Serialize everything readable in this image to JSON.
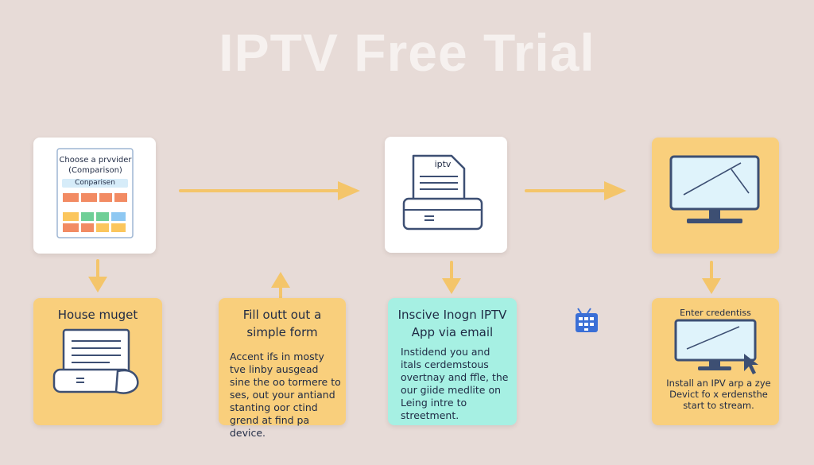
{
  "title": "IPTV Free Trial",
  "colors": {
    "background": "#e7dbd7",
    "arrow": "#f4c56a",
    "card_yellow": "#f9cf7c",
    "card_mint": "#a6f0e3",
    "icon_stroke": "#3d4f73"
  },
  "steps_top": [
    {
      "icon": "comparison-table-icon",
      "title": "Choose a prvvider (Comparison)",
      "label": "Conparisen"
    },
    {
      "icon": "iptv-document-icon",
      "label": "iptv"
    },
    {
      "icon": "monitor-icon"
    }
  ],
  "steps_bottom": [
    {
      "icon": "form-hand-icon",
      "title": "House muget"
    },
    {
      "title": "Fill outt out a simple form",
      "body": "Accent ifs in mosty tve linby ausgead sine the oo tormere to ses, out your antiand stanting oor ctind grend at find pa device."
    },
    {
      "title": "Inscive Inogn IPTV App via email",
      "body": "Instidend you and itals cerdemstous overtnay and ffle, the our giide medlite on Leing intre to streetment."
    },
    {
      "icon": "monitor-cursor-icon",
      "title": "Enter credentiss",
      "body": "Install an IPV arp a zye Devict fo x erdensthe start to stream."
    }
  ],
  "floating_icon": "tv-remote-icon"
}
